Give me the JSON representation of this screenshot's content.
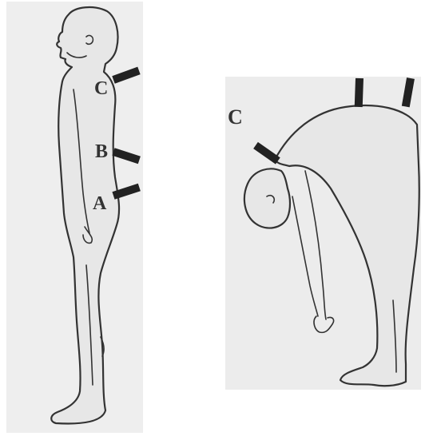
{
  "figures": {
    "standing": {
      "labels": {
        "c": "C",
        "b": "B",
        "a": "A"
      }
    },
    "bending": {
      "labels": {
        "c": "C"
      }
    }
  },
  "colors": {
    "outline": "#333333",
    "marker": "#222222",
    "panel_bg": "#eeeeee"
  }
}
